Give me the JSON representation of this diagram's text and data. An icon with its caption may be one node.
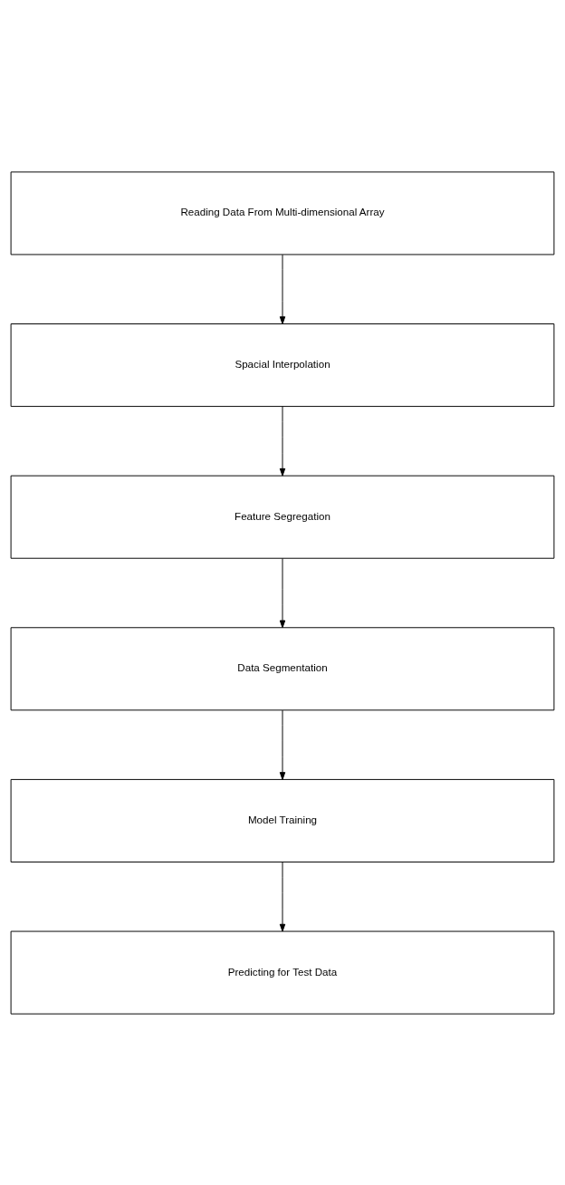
{
  "diagram": {
    "nodes": [
      {
        "text": [
          "Reading Data From Multi-dimensional Array"
        ]
      },
      {
        "text": [
          "Spacial Interpolation"
        ]
      },
      {
        "text": [
          "Feature Segregation"
        ]
      },
      {
        "text": [
          "Data Segmentation"
        ]
      },
      {
        "text": [
          "Model Training"
        ]
      },
      {
        "text": [
          "Predicting for Test Data"
        ]
      }
    ],
    "edges": [
      {
        "from": 0,
        "to": 1,
        "arrow": "to"
      },
      {
        "from": 1,
        "to": 2,
        "arrow": "to"
      },
      {
        "from": 2,
        "to": 3,
        "arrow": "to"
      },
      {
        "from": 3,
        "to": 4,
        "arrow": "to"
      },
      {
        "from": 4,
        "to": 5,
        "arrow": "to"
      }
    ]
  }
}
